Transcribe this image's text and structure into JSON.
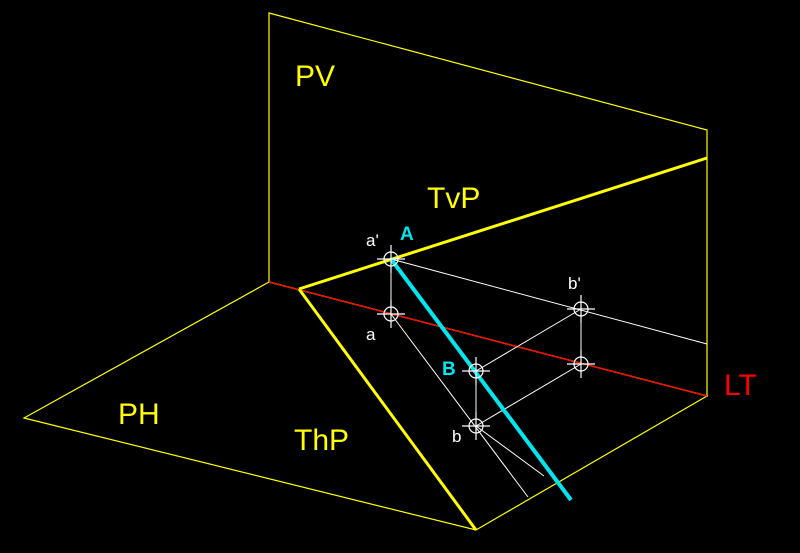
{
  "labels": {
    "pv": "PV",
    "ph": "PH",
    "tvp": "TvP",
    "thp": "ThP",
    "lt": "LT",
    "point_A": "A",
    "point_B": "B",
    "a_prime": "a'",
    "a": "a",
    "b_prime": "b'",
    "b": "b"
  },
  "colors": {
    "background": "#000000",
    "plane_outline": "#ffff00",
    "ground_line": "#ff0000",
    "line_AB": "#00e5ee",
    "construction": "#ffffff",
    "label_plane": "#ffff00",
    "label_lt": "#ff0000",
    "label_point": "#00e5ee",
    "label_projection": "#ffffff"
  }
}
